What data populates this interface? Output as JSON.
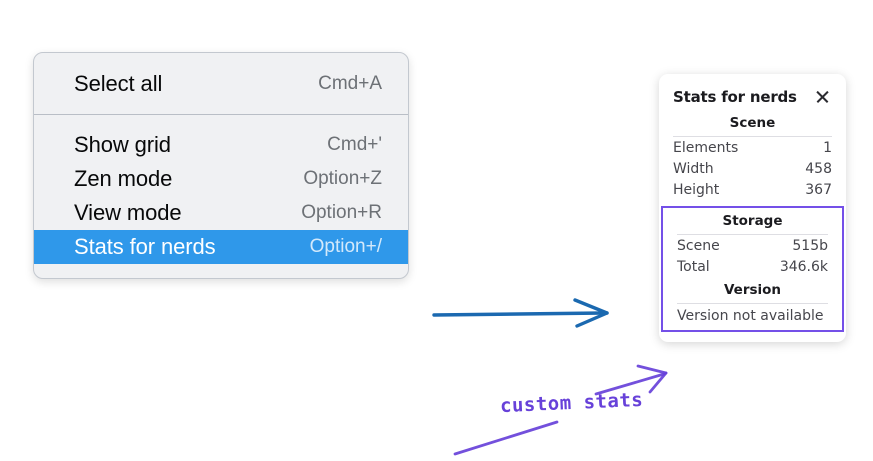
{
  "canvas": {
    "background": "#ffffff"
  },
  "context_menu": {
    "accent_color": "#2f98ea",
    "groups": [
      {
        "items": [
          {
            "label": "Select all",
            "shortcut": "Cmd+A",
            "selected": false
          }
        ]
      },
      {
        "items": [
          {
            "label": "Show grid",
            "shortcut": "Cmd+'",
            "selected": false
          },
          {
            "label": "Zen mode",
            "shortcut": "Option+Z",
            "selected": false
          },
          {
            "label": "View mode",
            "shortcut": "Option+R",
            "selected": false
          },
          {
            "label": "Stats for nerds",
            "shortcut": "Option+/",
            "selected": true
          }
        ]
      }
    ]
  },
  "stats_panel": {
    "title": "Stats for nerds",
    "close_icon": "close-icon",
    "highlight_color": "#7450e8",
    "sections": [
      {
        "name": "Scene",
        "heading": "Scene",
        "rows": [
          {
            "key": "Elements",
            "value": "1"
          },
          {
            "key": "Width",
            "value": "458"
          },
          {
            "key": "Height",
            "value": "367"
          }
        ]
      },
      {
        "name": "Storage",
        "heading": "Storage",
        "rows": [
          {
            "key": "Scene",
            "value": "515b"
          },
          {
            "key": "Total",
            "value": "346.6k"
          }
        ]
      },
      {
        "name": "Version",
        "heading": "Version",
        "note": "Version not available"
      }
    ]
  },
  "annotations": {
    "blue_arrow_color": "#1b69b0",
    "purple_color": "#6741d9",
    "label": "custom stats"
  }
}
